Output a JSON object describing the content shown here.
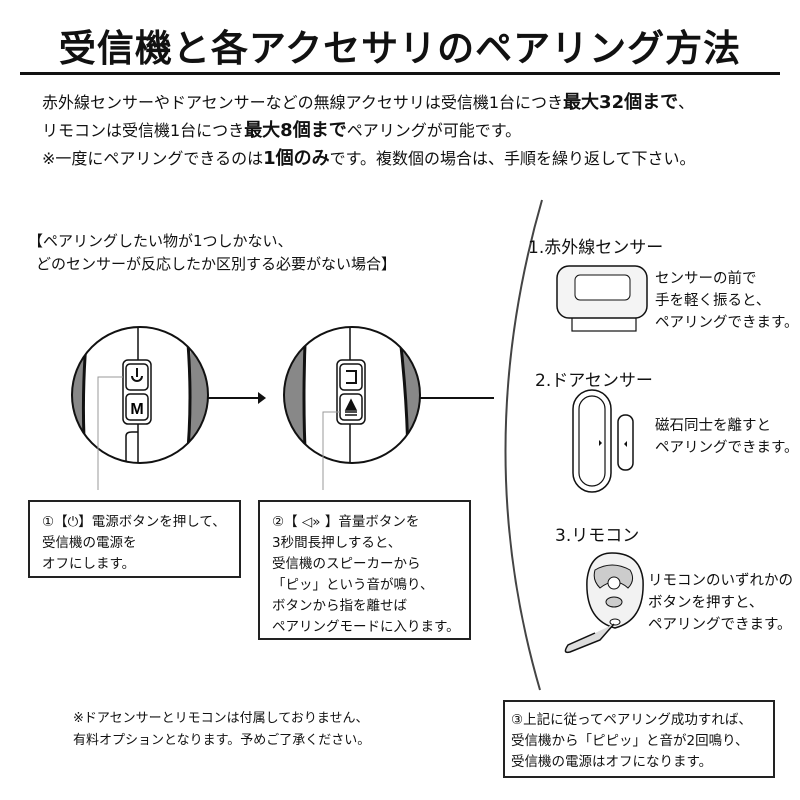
{
  "title": "受信機と各アクセサリのペアリング方法",
  "intro": {
    "line1_a": "赤外線センサーやドアセンサーなどの無線アクセサリは受信機1台につき",
    "line1_b": "最大32個まで",
    "line1_c": "、",
    "line2_a": "リモコンは受信機1台につき",
    "line2_b": "最大8個まで",
    "line2_c": "ペアリングが可能です。",
    "line3_a": "※一度にペアリングできるのは",
    "line3_b": "1個のみ",
    "line3_c": "です。複数個の場合は、手順を繰り返して下さい。"
  },
  "left_header": {
    "line1": "【ペアリングしたい物が1つしかない、",
    "line2": "どのセンサーが反応したか区別する必要がない場合】"
  },
  "receiver_buttons": {
    "mode_label": "M"
  },
  "steps": [
    {
      "lines": [
        "①【⏻】電源ボタンを押して、",
        "受信機の電源を",
        "オフにします。"
      ]
    },
    {
      "lines": [
        "②【 ◁» 】音量ボタンを",
        "3秒間長押しすると、",
        "受信機のスピーカーから",
        "「ピッ」という音が鳴り、",
        "ボタンから指を離せば",
        "ペアリングモードに入ります。"
      ]
    },
    {
      "lines": [
        "③上記に従ってペアリング成功すれば、",
        "受信機から「ピピッ」と音が2回鳴り、",
        "受信機の電源はオフになります。"
      ]
    }
  ],
  "accessories": [
    {
      "heading": "1.赤外線センサー",
      "lines": [
        "センサーの前で",
        "手を軽く振ると、",
        "ペアリングできます。"
      ]
    },
    {
      "heading": "2.ドアセンサー",
      "lines": [
        "磁石同士を離すと",
        "ペアリングできます。"
      ]
    },
    {
      "heading": "3.リモコン",
      "lines": [
        "リモコンのいずれかの",
        "ボタンを押すと、",
        "ペアリングできます。"
      ]
    }
  ],
  "footnote": {
    "line1": "※ドアセンサーとリモコンは付属しておりません、",
    "line2": "有料オプションとなります。予めご了承ください。"
  }
}
